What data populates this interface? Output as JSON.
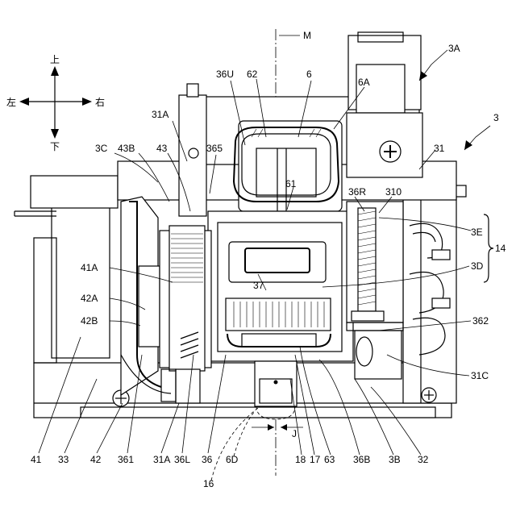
{
  "figure": {
    "direction_labels": {
      "up": "上",
      "down": "下",
      "left": "左",
      "right": "右"
    },
    "labels": {
      "M": "M",
      "L3A": "3A",
      "L3": "3",
      "L6": "6",
      "L62": "62",
      "L36U": "36U",
      "L6A": "6A",
      "L31A_top": "31A",
      "L365": "365",
      "L3C": "3C",
      "L43B": "43B",
      "L43": "43",
      "L31": "31",
      "L61": "61",
      "L36R": "36R",
      "L310": "310",
      "L3E": "3E",
      "L14": "14",
      "L3D": "3D",
      "L41A": "41A",
      "L42A": "42A",
      "L42B": "42B",
      "L37": "37",
      "L362": "362",
      "L31C": "31C",
      "L41": "41",
      "L33": "33",
      "L42": "42",
      "L361": "361",
      "L31A_bottom": "31A",
      "L36L": "36L",
      "L36": "36",
      "L6D": "6D",
      "L18": "18",
      "L17": "17",
      "L63": "63",
      "L36B": "36B",
      "L3B": "3B",
      "L32": "32",
      "L16": "16",
      "J": "J"
    }
  }
}
